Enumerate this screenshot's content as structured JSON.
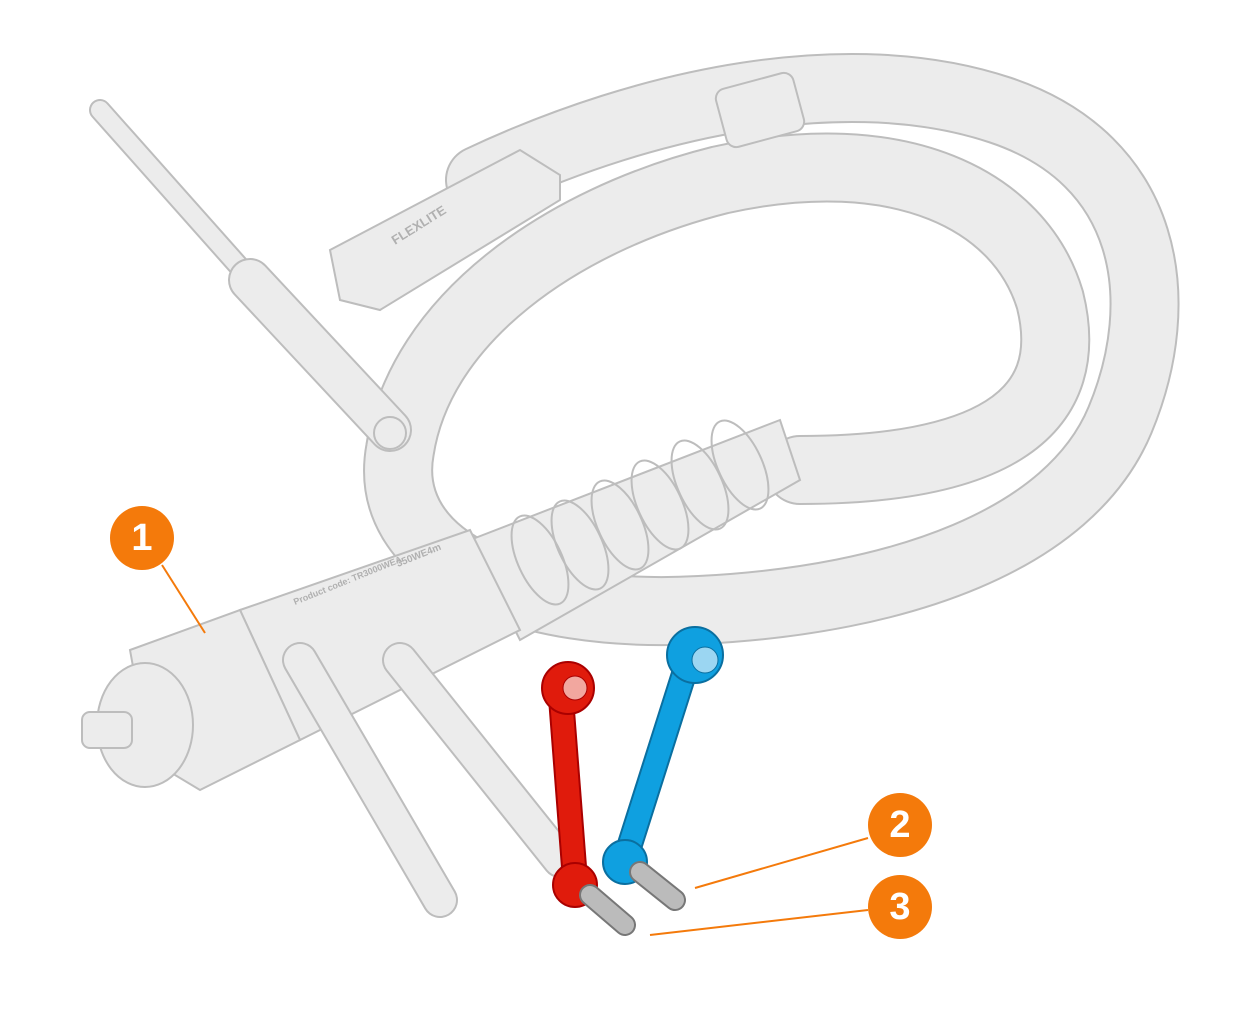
{
  "product": {
    "brand_logo": "FLEXLITE",
    "product_code_label": "Product code: TR3000WEA",
    "rating_label": "350WE4m"
  },
  "callouts": [
    {
      "number": "1",
      "target": "connector"
    },
    {
      "number": "2",
      "target": "blue-fitting"
    },
    {
      "number": "3",
      "target": "red-fitting"
    }
  ],
  "colors": {
    "callout": "#f47a0b",
    "red_fitting": "#e01b0c",
    "blue_fitting": "#0fa0e0",
    "outline": "#bdbdbd",
    "fill": "#ececec"
  }
}
